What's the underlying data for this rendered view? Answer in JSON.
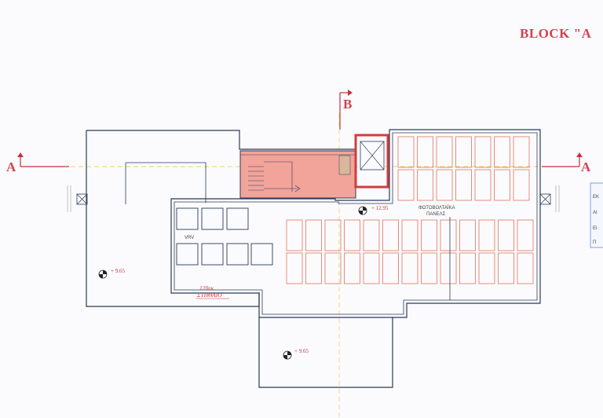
{
  "drawing": {
    "block_title": "BLOCK \"A",
    "section_a_left": "A",
    "section_a_right": "A",
    "section_b": "B",
    "vrv_label": "VRV",
    "pv_label_line1": "ΦΩΤΟΒΟΛΤΑΪΚΑ",
    "pv_label_line2": "ΠΑΝΕΛΣ",
    "parapet_line1": "120εκ.",
    "parapet_line2": "ΣΤΗΘΑΙΟ",
    "elev_upper": "+ 12.95",
    "elev_left": "+ 9.65",
    "elev_bottom": "+ 9.65",
    "legend_lines": [
      "ΕΚ",
      "ΑΙ",
      "ΕΙ",
      "Π"
    ]
  },
  "colors": {
    "wall": "#2b3a58",
    "panel": "#e5806c",
    "stair_fill": "#f2a49a",
    "accent_red": "#c8303c",
    "legend_blue": "#6d8bc9"
  }
}
